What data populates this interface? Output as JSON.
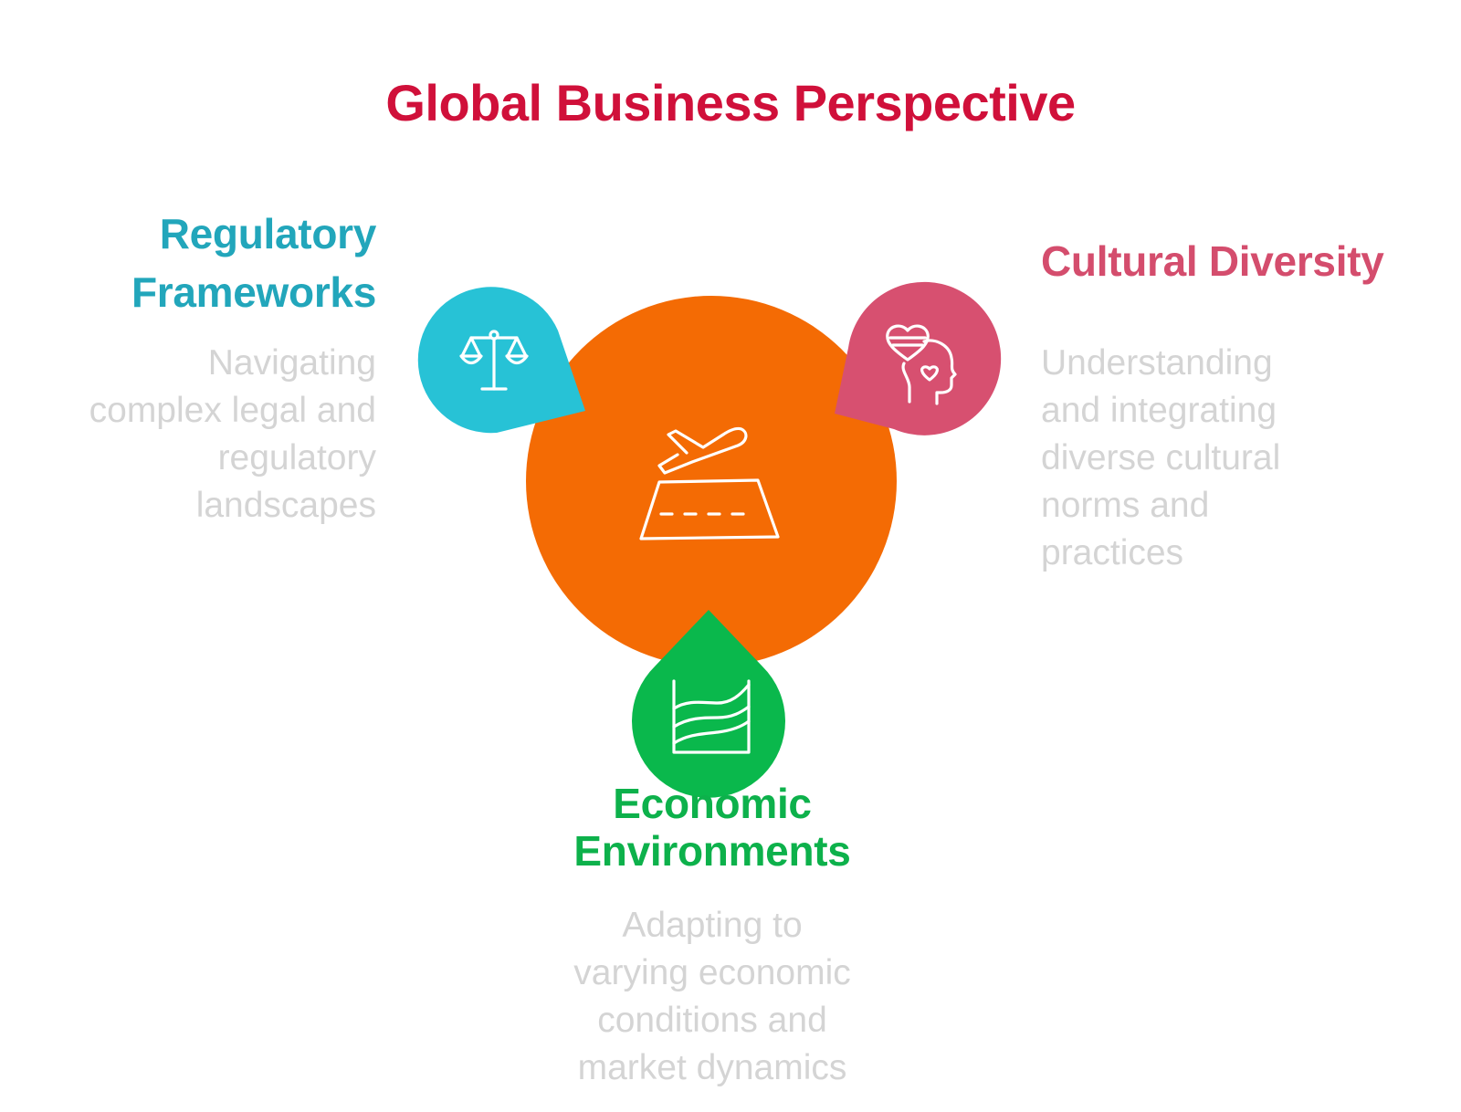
{
  "title": "Global Business Perspective",
  "colors": {
    "title": "#d0103a",
    "center": "#f46b04",
    "regulatory": "#27c2d6",
    "regulatory_text": "#22a6bb",
    "cultural": "#d75070",
    "cultural_text": "#d44d6d",
    "economic": "#0ab84c",
    "economic_text": "#0db14b",
    "description": "#d4d4d4"
  },
  "center": {
    "icon": "airplane-takeoff-runway-icon"
  },
  "items": [
    {
      "key": "regulatory",
      "heading_line1": "Regulatory",
      "heading_line2": "Frameworks",
      "description_lines": [
        "Navigating",
        "complex legal and",
        "regulatory",
        "landscapes"
      ],
      "icon": "scales-of-justice-icon"
    },
    {
      "key": "cultural",
      "heading_line1": "Cultural Diversity",
      "description_lines": [
        "Understanding",
        "and integrating",
        "diverse cultural",
        "norms and",
        "practices"
      ],
      "icon": "heart-mind-icon"
    },
    {
      "key": "economic",
      "heading_line1": "Economic",
      "heading_line2": "Environments",
      "description_lines": [
        "Adapting to",
        "varying economic",
        "conditions and",
        "market dynamics"
      ],
      "icon": "area-chart-icon"
    }
  ]
}
